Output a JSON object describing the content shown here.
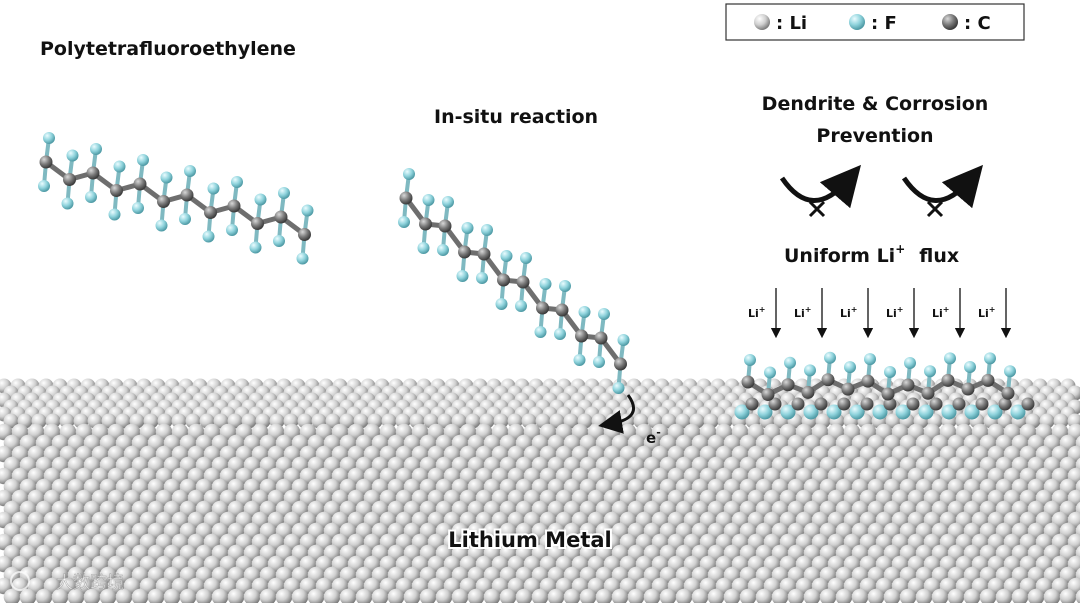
{
  "legend": {
    "items": [
      {
        "symbol": "li-atom-icon",
        "label": ": Li",
        "color": "#d9d9d9"
      },
      {
        "symbol": "f-atom-icon",
        "label": ": F",
        "color": "#8fd3dc"
      },
      {
        "symbol": "c-atom-icon",
        "label": ": C",
        "color": "#8a8a8a"
      }
    ]
  },
  "labels": {
    "ptfe": "Polytetrafluoroethylene",
    "reaction": "In-situ reaction",
    "prevention_line1": "Dendrite & Corrosion",
    "prevention_line2": "Prevention",
    "flux_prefix": "Uniform Li",
    "flux_sup": "+",
    "flux_suffix": "flux",
    "electron": "e",
    "electron_sup": "-",
    "substrate": "Lithium Metal",
    "watermark": "大数跨境"
  },
  "li_ion_arrows": {
    "label": "Li",
    "sup": "+",
    "count": 6
  },
  "colors": {
    "lithium": "#cfcfcf",
    "fluorine": "#8fd3dc",
    "carbon": "#7a7a7a",
    "text": "#111111"
  }
}
